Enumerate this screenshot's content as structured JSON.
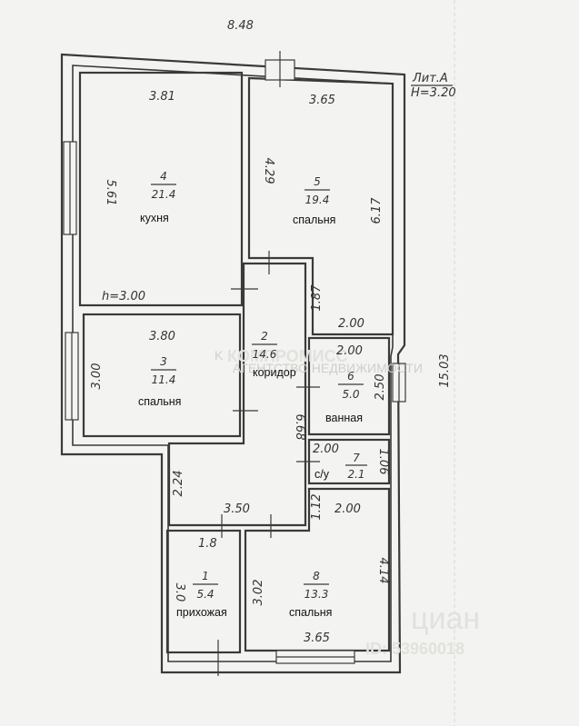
{
  "plan": {
    "overall_width": "8.48",
    "overall_length": "15.03",
    "letter": "Лит.А",
    "height": "H=3.20",
    "ceiling_note": "h=3.00",
    "rooms": [
      {
        "no": "1",
        "area": "5.4",
        "name": "прихожая",
        "dims": [
          "1.8",
          "3.0"
        ]
      },
      {
        "no": "2",
        "area": "14.6",
        "name": "коридор",
        "dims": [
          "6.68",
          "3.50",
          "2.24"
        ]
      },
      {
        "no": "3",
        "area": "11.4",
        "name": "спальня",
        "dims": [
          "3.80",
          "3.00"
        ]
      },
      {
        "no": "4",
        "area": "21.4",
        "name": "кухня",
        "dims": [
          "3.81",
          "5.61"
        ]
      },
      {
        "no": "5",
        "area": "19.4",
        "name": "спальня",
        "dims": [
          "3.65",
          "4.29",
          "6.17",
          "1.87",
          "2.00"
        ]
      },
      {
        "no": "6",
        "area": "5.0",
        "name": "ванная",
        "dims": [
          "2.00",
          "2.50"
        ]
      },
      {
        "no": "7",
        "area": "2.1",
        "name": "с/у",
        "dims": [
          "2.00",
          "1.06"
        ]
      },
      {
        "no": "8",
        "area": "13.3",
        "name": "спальня",
        "dims": [
          "2.00",
          "1.12",
          "4.14",
          "3.02",
          "3.65"
        ]
      }
    ]
  },
  "watermarks": {
    "company": "КОМПРОМИСС",
    "company_sub": "АГЕНТСТВО НЕДВИЖИМОСТИ",
    "site": "циан",
    "id": "ID: 53960018"
  }
}
